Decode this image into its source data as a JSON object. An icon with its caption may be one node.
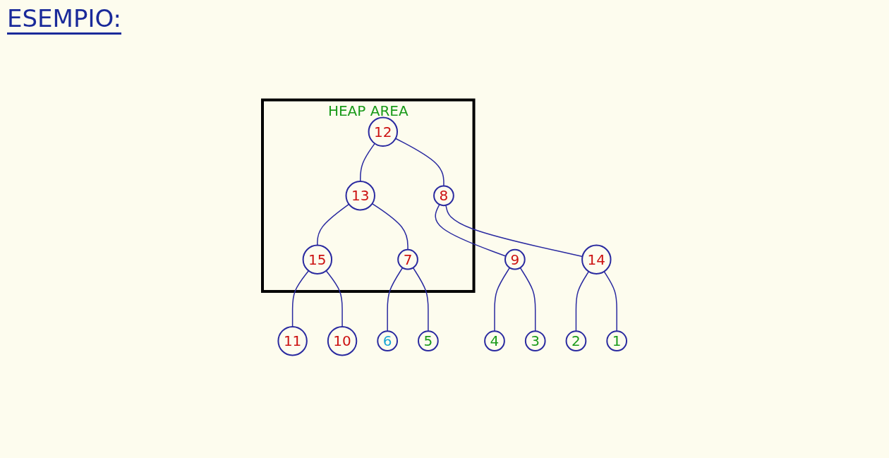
{
  "diagram": {
    "nodes": [
      {
        "text": [
          "HEAP AREA"
        ]
      },
      {
        "text": [
          "12"
        ],
        "in": 0
      },
      {
        "text": [
          "13"
        ],
        "in": 0
      },
      {
        "text": [
          "8"
        ],
        "in": 0
      },
      {
        "text": [
          "15"
        ],
        "in": 0
      },
      {
        "text": [
          "7"
        ],
        "in": 0
      },
      {
        "text": [
          "9"
        ]
      },
      {
        "text": [
          "14"
        ]
      },
      {
        "text": [
          "11"
        ]
      },
      {
        "text": [
          "10"
        ]
      },
      {
        "text": [
          "6"
        ]
      },
      {
        "text": [
          "5"
        ]
      },
      {
        "text": [
          "4"
        ]
      },
      {
        "text": [
          "3"
        ]
      },
      {
        "text": [
          "2"
        ]
      },
      {
        "text": [
          "1"
        ]
      }
    ],
    "edges": [
      {
        "from": 1,
        "to": 2,
        "arrow": "none"
      },
      {
        "from": 1,
        "to": 3,
        "arrow": "none"
      },
      {
        "from": 2,
        "to": 4,
        "arrow": "none"
      },
      {
        "from": 2,
        "to": 5,
        "arrow": "none"
      },
      {
        "from": 3,
        "to": 6,
        "arrow": "none"
      },
      {
        "from": 3,
        "to": 7,
        "arrow": "none"
      },
      {
        "from": 4,
        "to": 8,
        "arrow": "none"
      },
      {
        "from": 4,
        "to": 9,
        "arrow": "none"
      },
      {
        "from": 5,
        "to": 10,
        "arrow": "none"
      },
      {
        "from": 5,
        "to": 11,
        "arrow": "none"
      },
      {
        "from": 6,
        "to": 12,
        "arrow": "none"
      },
      {
        "from": 6,
        "to": 13,
        "arrow": "none"
      },
      {
        "from": 7,
        "to": 14,
        "arrow": "none"
      },
      {
        "from": 7,
        "to": 15,
        "arrow": "none"
      }
    ],
    "labels": [
      "ESEMPIO:"
    ]
  }
}
